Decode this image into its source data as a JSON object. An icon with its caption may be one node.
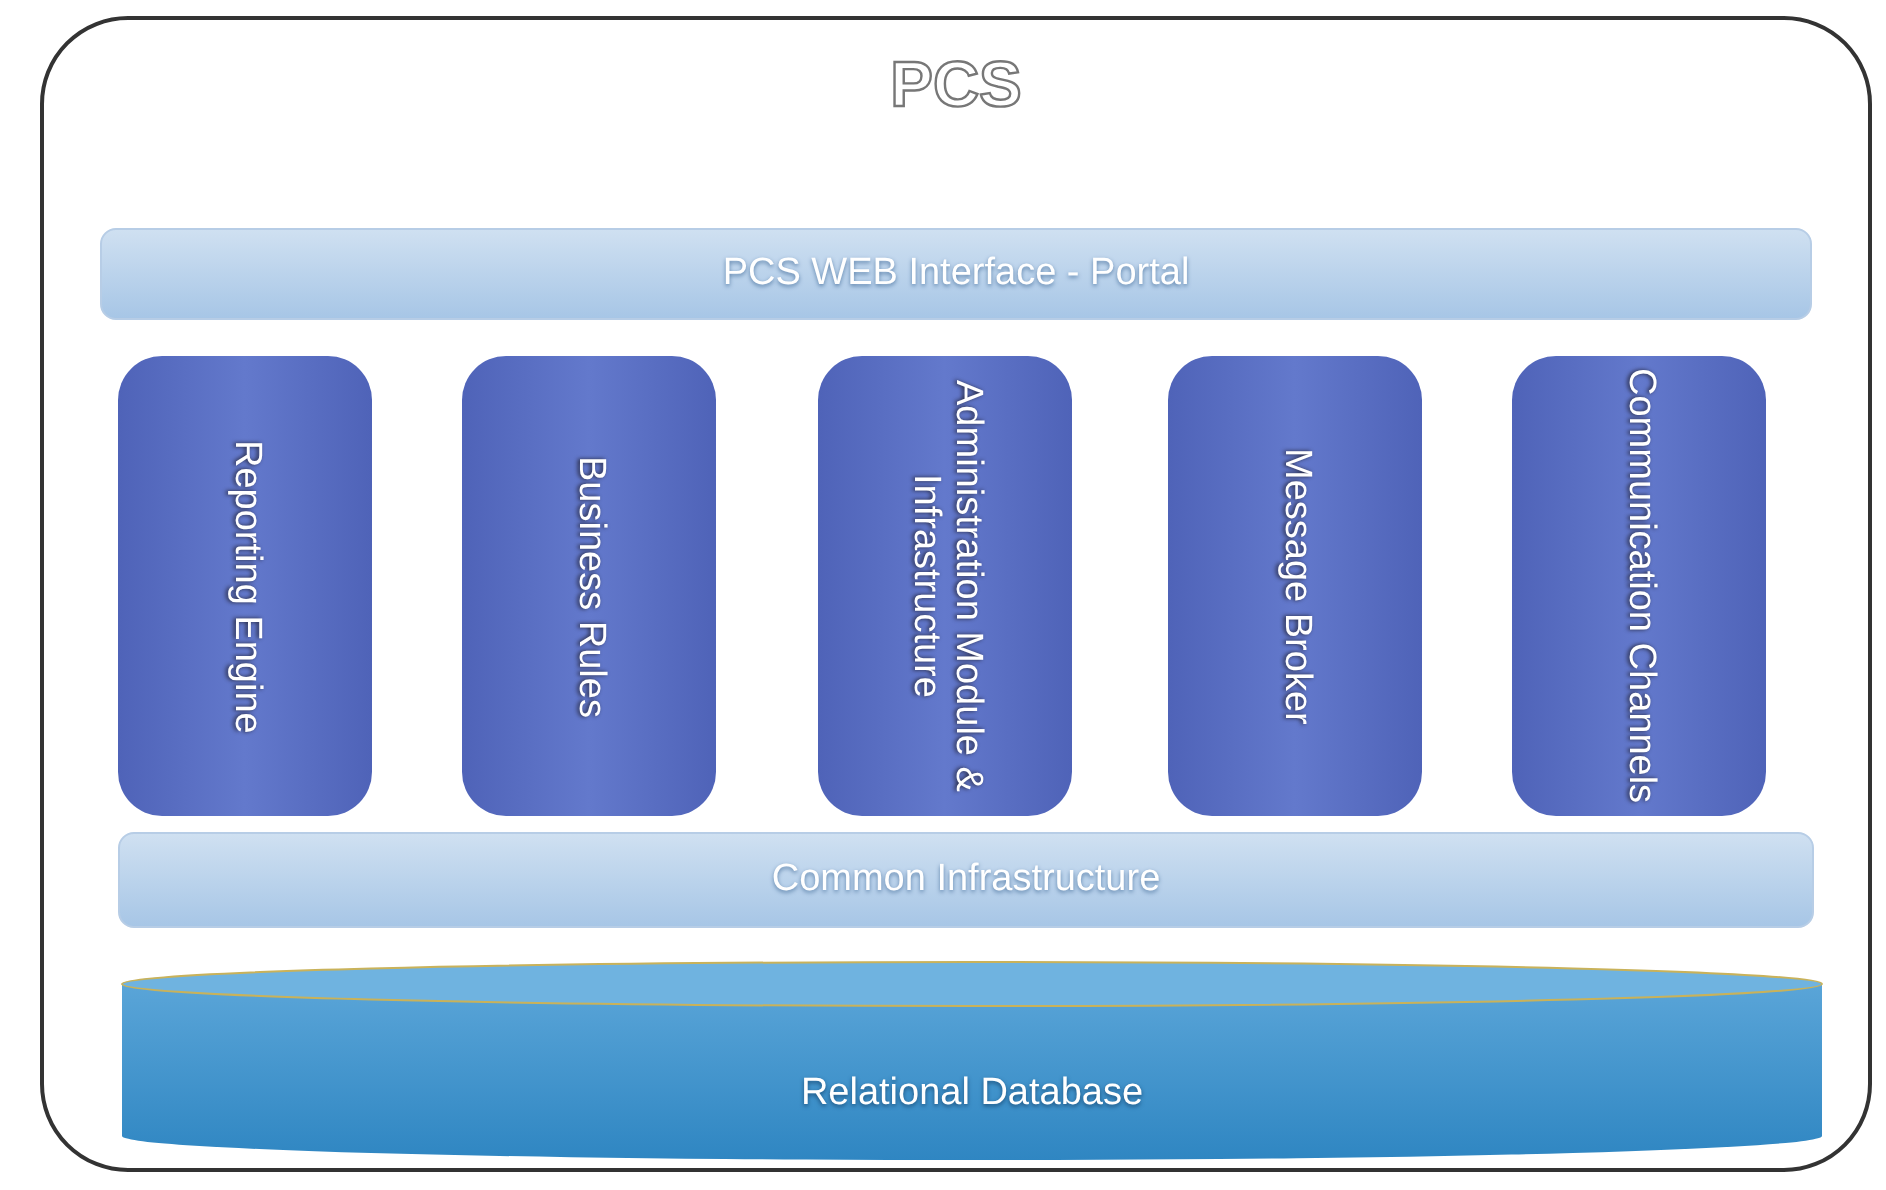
{
  "diagram": {
    "nodes": [
      {
        "text": [
          "PCS"
        ]
      },
      {
        "text": [
          "PCS WEB Interface - Portal"
        ],
        "in": 0
      },
      {
        "text": [
          "Reporting Engine"
        ],
        "in": 0
      },
      {
        "text": [
          "Business Rules"
        ],
        "in": 0
      },
      {
        "text": [
          "Administration Module & Infrastructure"
        ],
        "in": 0
      },
      {
        "text": [
          "Message Broker"
        ],
        "in": 0
      },
      {
        "text": [
          "Communication Channels"
        ],
        "in": 0
      },
      {
        "text": [
          "Common Infrastructure"
        ],
        "in": 0
      },
      {
        "text": [
          "Relational Database"
        ],
        "in": 0
      }
    ]
  }
}
